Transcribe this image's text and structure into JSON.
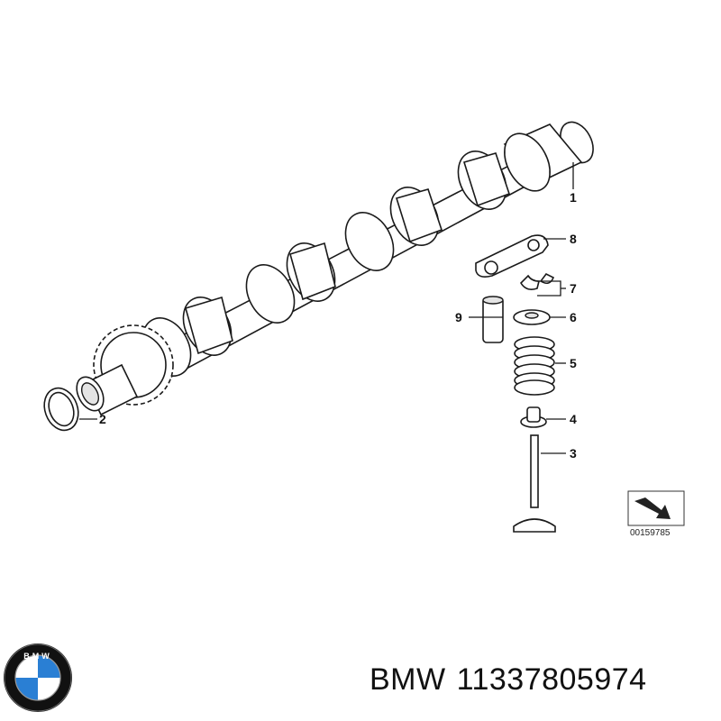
{
  "diagram": {
    "callouts": [
      {
        "id": "1",
        "text": "1"
      },
      {
        "id": "2",
        "text": "2"
      },
      {
        "id": "3",
        "text": "3"
      },
      {
        "id": "4",
        "text": "4"
      },
      {
        "id": "5",
        "text": "5"
      },
      {
        "id": "6",
        "text": "6"
      },
      {
        "id": "7",
        "text": "7"
      },
      {
        "id": "8",
        "text": "8"
      },
      {
        "id": "9",
        "text": "9"
      }
    ],
    "reference_number": "00159785",
    "parts": {
      "camshaft": "camshaft",
      "seal_ring": "seal-ring",
      "valve": "valve",
      "valve_stem_seal": "valve-stem-seal",
      "valve_spring": "valve-spring",
      "spring_retainer": "spring-retainer",
      "valve_keepers": "valve-keepers",
      "rocker_arm": "rocker-arm",
      "lash_adjuster": "hydraulic-lash-adjuster"
    }
  },
  "logo": {
    "letters": "BMW",
    "colors": {
      "blue": "#2a7fd4",
      "white": "#ffffff",
      "ring": "#111111"
    }
  },
  "caption": {
    "brand": "BMW",
    "part_number": "11337805974"
  }
}
